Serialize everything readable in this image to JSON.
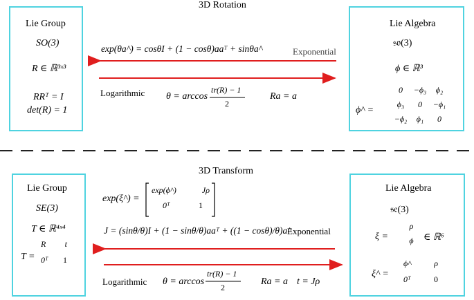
{
  "top": {
    "title": "3D Rotation",
    "left": {
      "title": "Lie Group",
      "group": "SO(3)",
      "set": "R ∈ ℝ³ˣ³",
      "ortho": "RRᵀ = I",
      "det": "det(R) = 1"
    },
    "right": {
      "title": "Lie Algebra",
      "algebra": "𝔰𝔬(3)",
      "set": "ϕ ∈ ℝ³",
      "hat_lhs": "ϕ^ =",
      "matrix": [
        [
          "0",
          "−ϕ₃",
          "ϕ₂"
        ],
        [
          "ϕ₃",
          "0",
          "−ϕ₁"
        ],
        [
          "−ϕ₂",
          "ϕ₁",
          "0"
        ]
      ]
    },
    "exp_formula": "exp(θa^) = cosθI + (1 − cosθ)aaᵀ + sinθa^",
    "exp_label": "Exponential",
    "log_label": "Logarithmic",
    "log_formula": "θ = arccos",
    "log_num": "tr(R) − 1",
    "log_den": "2",
    "axis_eq": "Ra = a"
  },
  "bottom": {
    "title": "3D Transform",
    "left": {
      "title": "Lie Group",
      "group": "SE(3)",
      "set": "T ∈ ℝ⁴ˣ⁴",
      "t_lhs": "T =",
      "matrix": [
        [
          "R",
          "t"
        ],
        [
          "0ᵀ",
          "1"
        ]
      ]
    },
    "right": {
      "title": "Lie Algebra",
      "algebra": "𝔰𝔢(3)",
      "xi_lhs": "ξ =",
      "xi_vec": [
        "ρ",
        "ϕ"
      ],
      "xi_set": "∈ ℝ⁶",
      "hat_lhs": "ξ^ =",
      "hat_matrix": [
        [
          "ϕ^",
          "ρ"
        ],
        [
          "0ᵀ",
          "0"
        ]
      ]
    },
    "exp_lhs": "exp(ξ^) =",
    "exp_matrix": [
      [
        "exp(ϕ^)",
        "Jρ"
      ],
      [
        "0ᵀ",
        "1"
      ]
    ],
    "j_formula": "J = (sinθ/θ)I + (1 − sinθ/θ)aaᵀ + ((1 − cosθ)/θ)a^",
    "exp_label": "Exponential",
    "log_label": "Logarithmic",
    "log_formula": "θ = arccos",
    "log_num": "tr(R) − 1",
    "log_den": "2",
    "axis_eq": "Ra = a",
    "t_eq": "t = Jρ"
  },
  "colors": {
    "box_border": "#4fd3e0",
    "arrow": "#e01e1e"
  }
}
